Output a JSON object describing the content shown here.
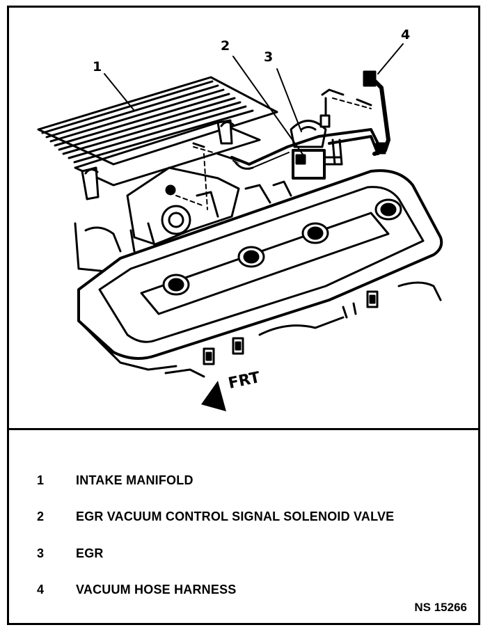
{
  "callouts": {
    "c1": "1",
    "c2": "2",
    "c3": "3",
    "c4": "4"
  },
  "frt_label": "FRT",
  "legend": [
    {
      "num": "1",
      "label": "INTAKE MANIFOLD"
    },
    {
      "num": "2",
      "label": "EGR VACUUM CONTROL SIGNAL SOLENOID VALVE"
    },
    {
      "num": "3",
      "label": "EGR"
    },
    {
      "num": "4",
      "label": "VACUUM HOSE HARNESS"
    }
  ],
  "ref_code": "NS 15266"
}
